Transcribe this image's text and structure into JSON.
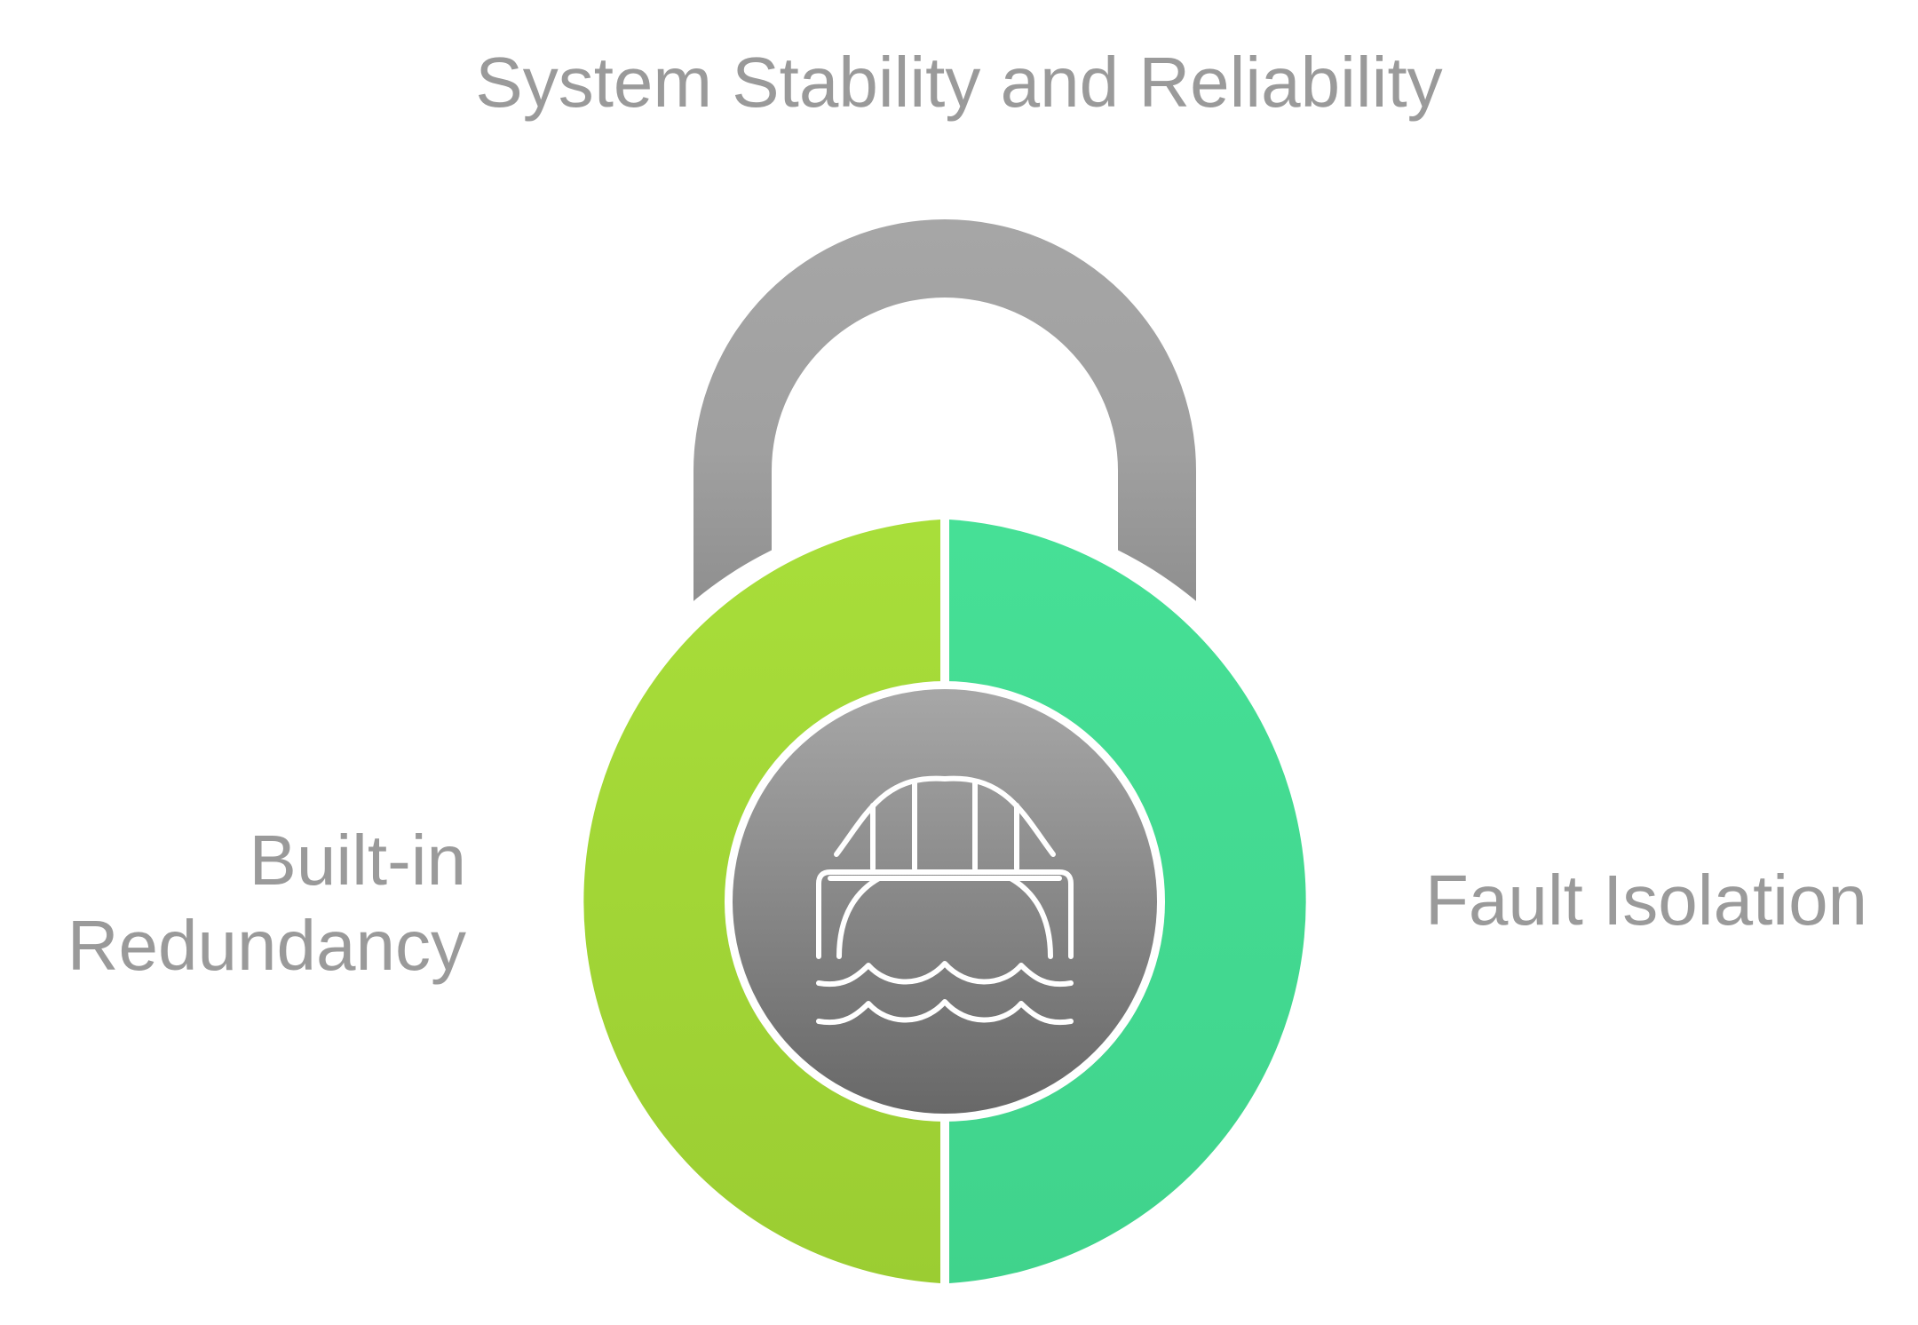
{
  "title": "System Stability and Reliability",
  "left_section": {
    "label_line1": "Built-in",
    "label_line2": "Redundancy",
    "color": "#a6dc38"
  },
  "right_section": {
    "label": "Fault Isolation",
    "color": "#45df94"
  },
  "shackle_color": "#a0a0a0",
  "center_icon": "bridge-icon",
  "text_color": "#9a9a9a"
}
